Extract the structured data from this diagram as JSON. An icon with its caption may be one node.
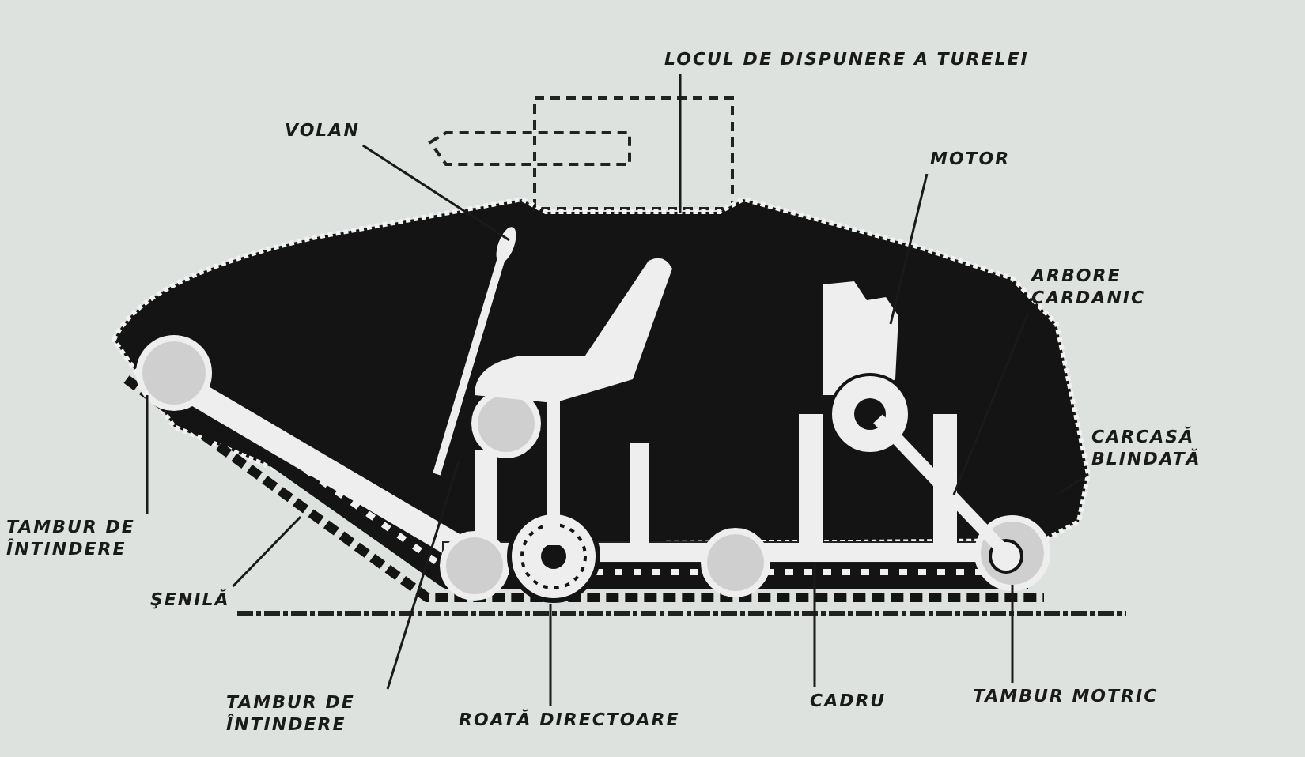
{
  "diagram": {
    "nodes": [
      {
        "text": [
          "LOCUL DE DISPUNERE A TURELEI"
        ]
      },
      {
        "text": [
          "VOLAN"
        ]
      },
      {
        "text": [
          "MOTOR"
        ]
      },
      {
        "text": [
          "ARBORE CARDANIC"
        ]
      },
      {
        "text": [
          "CARCASĂ BLINDATĂ"
        ]
      },
      {
        "text": [
          "TAMBUR DE ÎNTINDERE"
        ]
      },
      {
        "text": [
          "ŞENILĂ"
        ]
      },
      {
        "text": [
          "TAMBUR DE ÎNTINDERE"
        ]
      },
      {
        "text": [
          "ROATĂ DIRECTOARE"
        ]
      },
      {
        "text": [
          "CADRU"
        ]
      },
      {
        "text": [
          "TAMBUR MOTRIC"
        ]
      }
    ],
    "edges": [
      {
        "from": 0,
        "to": null,
        "arrow": "none"
      },
      {
        "from": 1,
        "to": null,
        "arrow": "none"
      },
      {
        "from": 2,
        "to": null,
        "arrow": "none"
      },
      {
        "from": 3,
        "to": null,
        "arrow": "none"
      },
      {
        "from": 4,
        "to": null,
        "arrow": "none"
      },
      {
        "from": 5,
        "to": null,
        "arrow": "none"
      },
      {
        "from": 6,
        "to": null,
        "arrow": "none"
      },
      {
        "from": 7,
        "to": null,
        "arrow": "none"
      },
      {
        "from": 8,
        "to": null,
        "arrow": "none"
      },
      {
        "from": 9,
        "to": null,
        "arrow": "none"
      },
      {
        "from": 10,
        "to": null,
        "arrow": "none"
      }
    ]
  }
}
